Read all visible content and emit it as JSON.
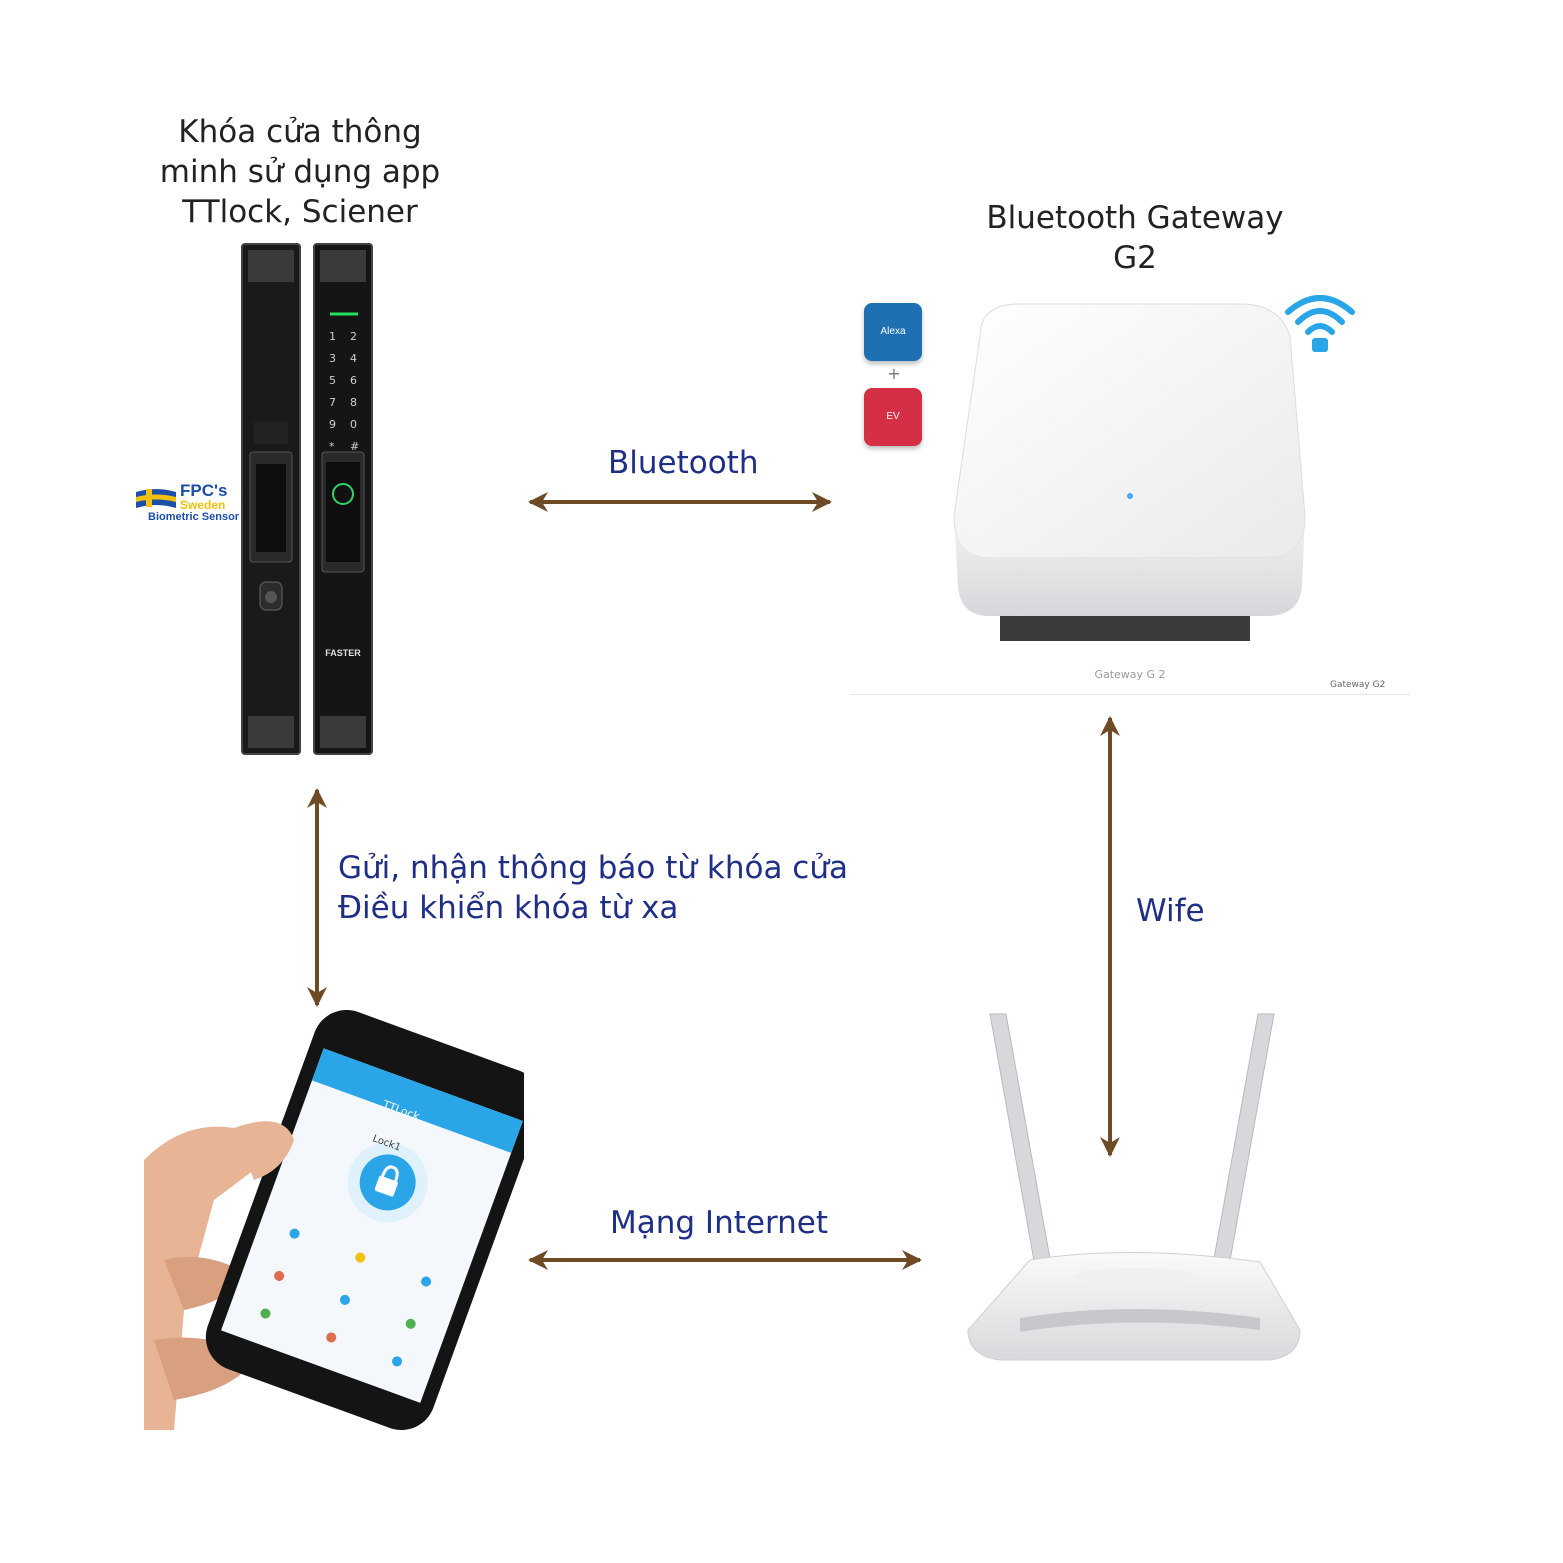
{
  "lock": {
    "title_line1": "Khóa cửa thông",
    "title_line2": "minh sử dụng app",
    "title_line3": "TTlock, Sciener",
    "brand_line1": "FPC's",
    "brand_line2": "Sweden",
    "brand_line3": "Biometric Sensor",
    "device_label": "FASTER",
    "keypad": [
      "1",
      "2",
      "3",
      "4",
      "5",
      "6",
      "7",
      "8",
      "9",
      "0",
      "*",
      "#"
    ]
  },
  "gateway": {
    "title_line1": "Bluetooth Gateway",
    "title_line2": "G2",
    "badge_alexa": "Alexa",
    "badge_plus": "+",
    "badge_red": "EV",
    "caption_center": "Gateway G 2",
    "caption_right": "Gateway G2"
  },
  "links": {
    "bluetooth": "Bluetooth",
    "phone_lock_line1": "Gửi, nhận thông báo từ khóa cửa",
    "phone_lock_line2": "Điều khiển khóa từ xa",
    "wifi": "Wife",
    "internet": "Mạng Internet"
  },
  "phone": {
    "app_title": "TTLock",
    "lock_name": "Lock1"
  },
  "colors": {
    "arrow": "#6e4a25",
    "label": "#1f2f86",
    "brand_blue": "#1d4fa8",
    "brand_yellow": "#f2c10f",
    "alexa_blue": "#1f6fb3",
    "red_badge": "#d42f45",
    "app_blue": "#2aa6e8"
  }
}
